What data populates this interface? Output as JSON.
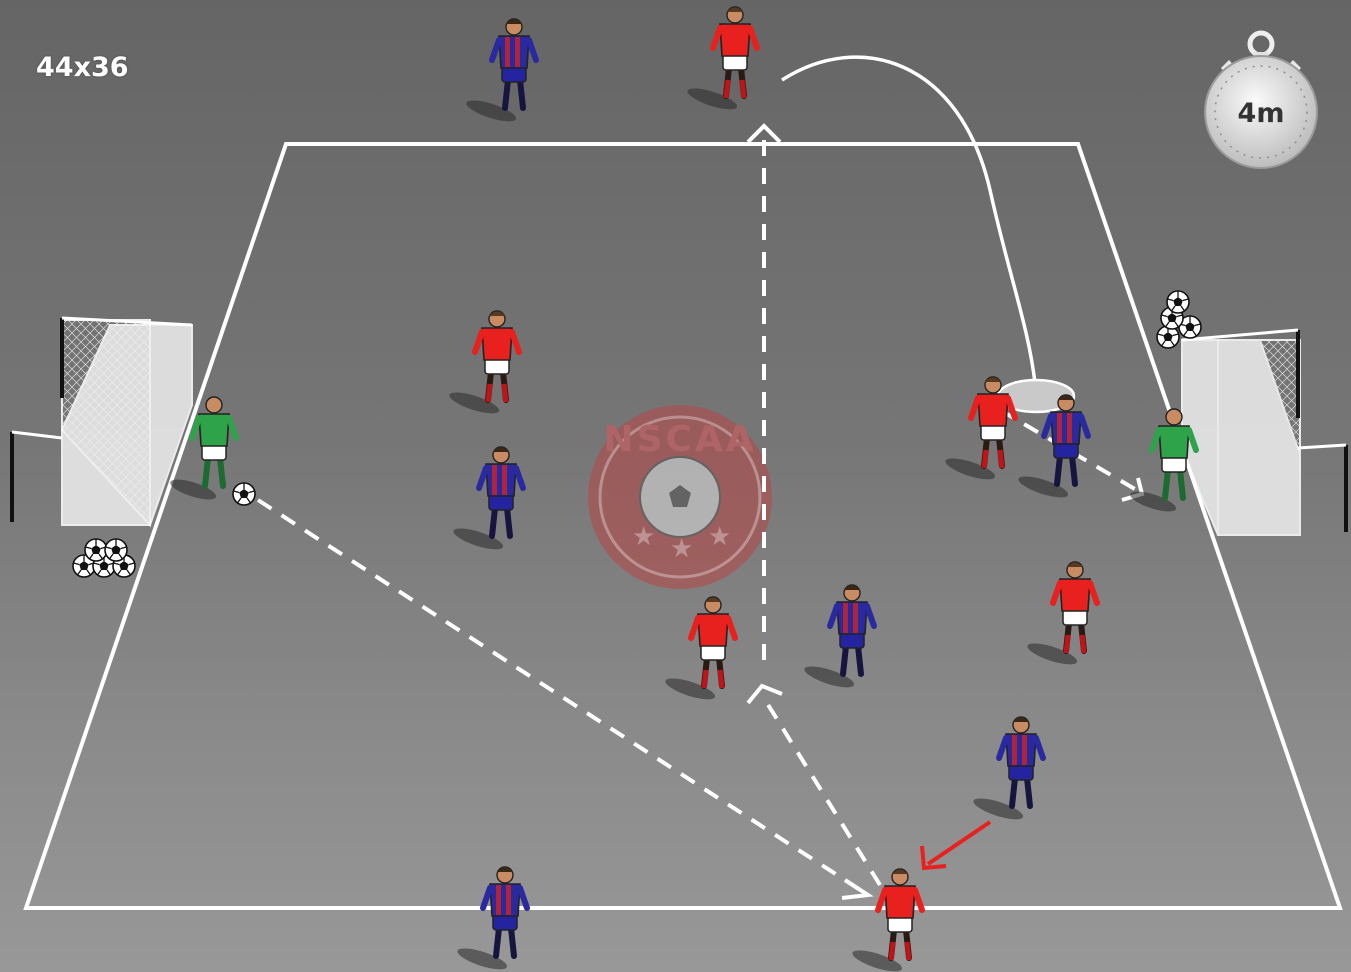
{
  "field": {
    "size_label": "44x36"
  },
  "timer": {
    "label": "4m"
  },
  "logo": {
    "text": "NSCAA"
  },
  "colors": {
    "red_team": "#e8201e",
    "blue_team_stripe_a": "#2a2aa0",
    "blue_team_stripe_b": "#b0243a",
    "keeper": "#2ea34a",
    "lines": "#ffffff",
    "pressure_arrow": "#e8201e"
  },
  "icons": {
    "timer": "stopwatch-icon",
    "ball": "soccer-ball-icon",
    "goal": "goal-net-icon",
    "logo": "nscaa-logo-icon"
  }
}
